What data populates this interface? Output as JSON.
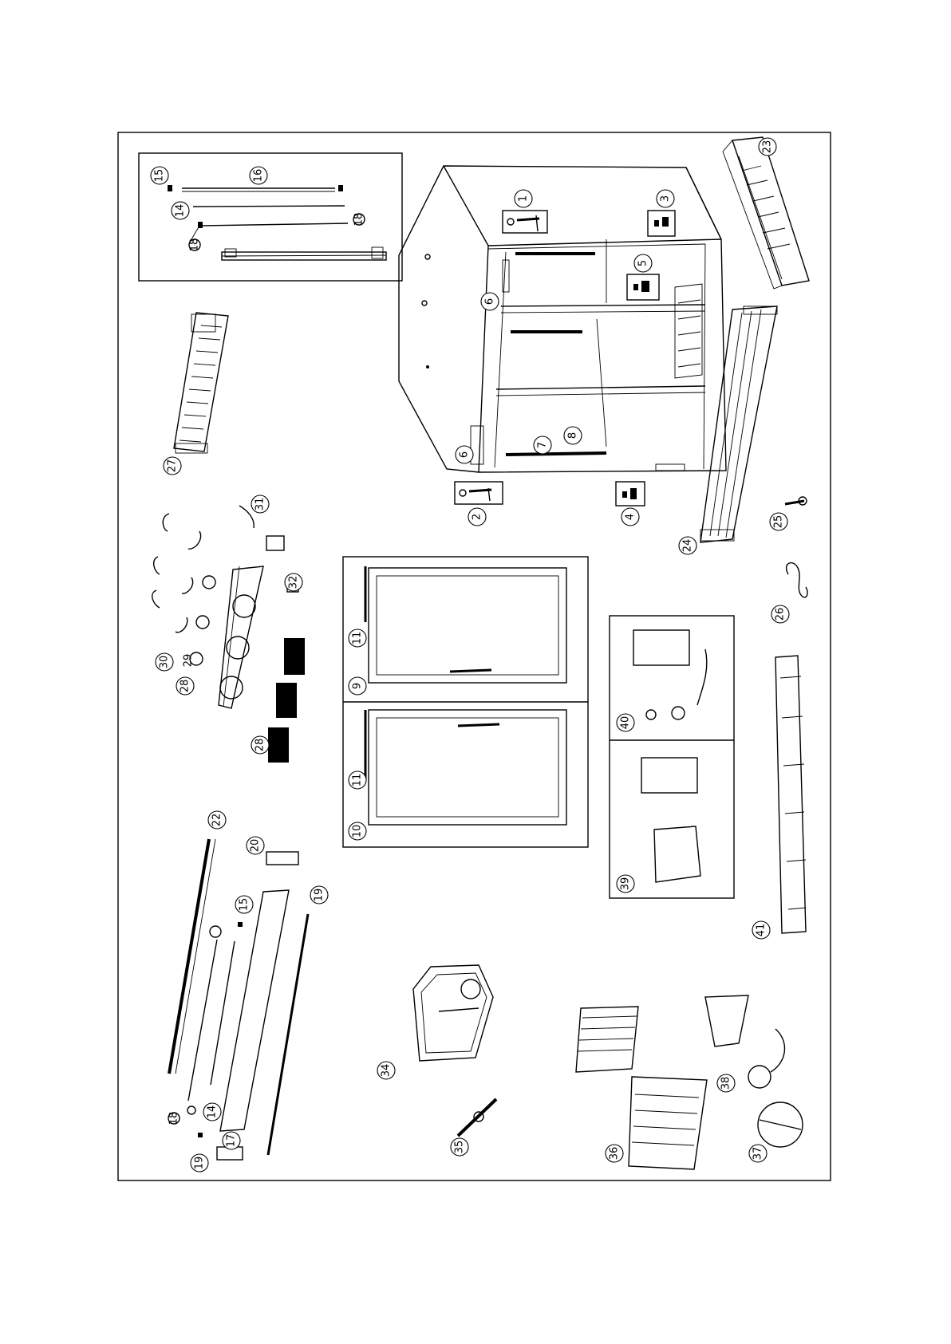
{
  "diagram": {
    "callouts": [
      {
        "id": "c1",
        "label": "1"
      },
      {
        "id": "c2",
        "label": "2"
      },
      {
        "id": "c3",
        "label": "3"
      },
      {
        "id": "c4",
        "label": "4"
      },
      {
        "id": "c5",
        "label": "5"
      },
      {
        "id": "c6a",
        "label": "6"
      },
      {
        "id": "c6b",
        "label": "6"
      },
      {
        "id": "c7",
        "label": "7"
      },
      {
        "id": "c8",
        "label": "8"
      },
      {
        "id": "c9",
        "label": "9"
      },
      {
        "id": "c10",
        "label": "10"
      },
      {
        "id": "c11a",
        "label": "11"
      },
      {
        "id": "c11b",
        "label": "11"
      },
      {
        "id": "c14a",
        "label": "14"
      },
      {
        "id": "c14b",
        "label": "14"
      },
      {
        "id": "c15a",
        "label": "15"
      },
      {
        "id": "c15b",
        "label": "15"
      },
      {
        "id": "c16",
        "label": "16"
      },
      {
        "id": "c17",
        "label": "17"
      },
      {
        "id": "c18a",
        "label": "18"
      },
      {
        "id": "c18b",
        "label": "18"
      },
      {
        "id": "c18c",
        "label": "18"
      },
      {
        "id": "c19a",
        "label": "19"
      },
      {
        "id": "c19b",
        "label": "19"
      },
      {
        "id": "c20",
        "label": "20"
      },
      {
        "id": "c22",
        "label": "22"
      },
      {
        "id": "c23",
        "label": "23"
      },
      {
        "id": "c24",
        "label": "24"
      },
      {
        "id": "c25",
        "label": "25"
      },
      {
        "id": "c26",
        "label": "26"
      },
      {
        "id": "c27",
        "label": "27"
      },
      {
        "id": "c28a",
        "label": "28"
      },
      {
        "id": "c28b",
        "label": "28"
      },
      {
        "id": "c29",
        "label": "29"
      },
      {
        "id": "c30",
        "label": "30"
      },
      {
        "id": "c31",
        "label": "31"
      },
      {
        "id": "c32",
        "label": "32"
      },
      {
        "id": "c34",
        "label": "34"
      },
      {
        "id": "c35",
        "label": "35"
      },
      {
        "id": "c36",
        "label": "36"
      },
      {
        "id": "c37",
        "label": "37"
      },
      {
        "id": "c38",
        "label": "38"
      },
      {
        "id": "c39",
        "label": "39"
      },
      {
        "id": "c40",
        "label": "40"
      },
      {
        "id": "c41",
        "label": "41"
      }
    ]
  }
}
